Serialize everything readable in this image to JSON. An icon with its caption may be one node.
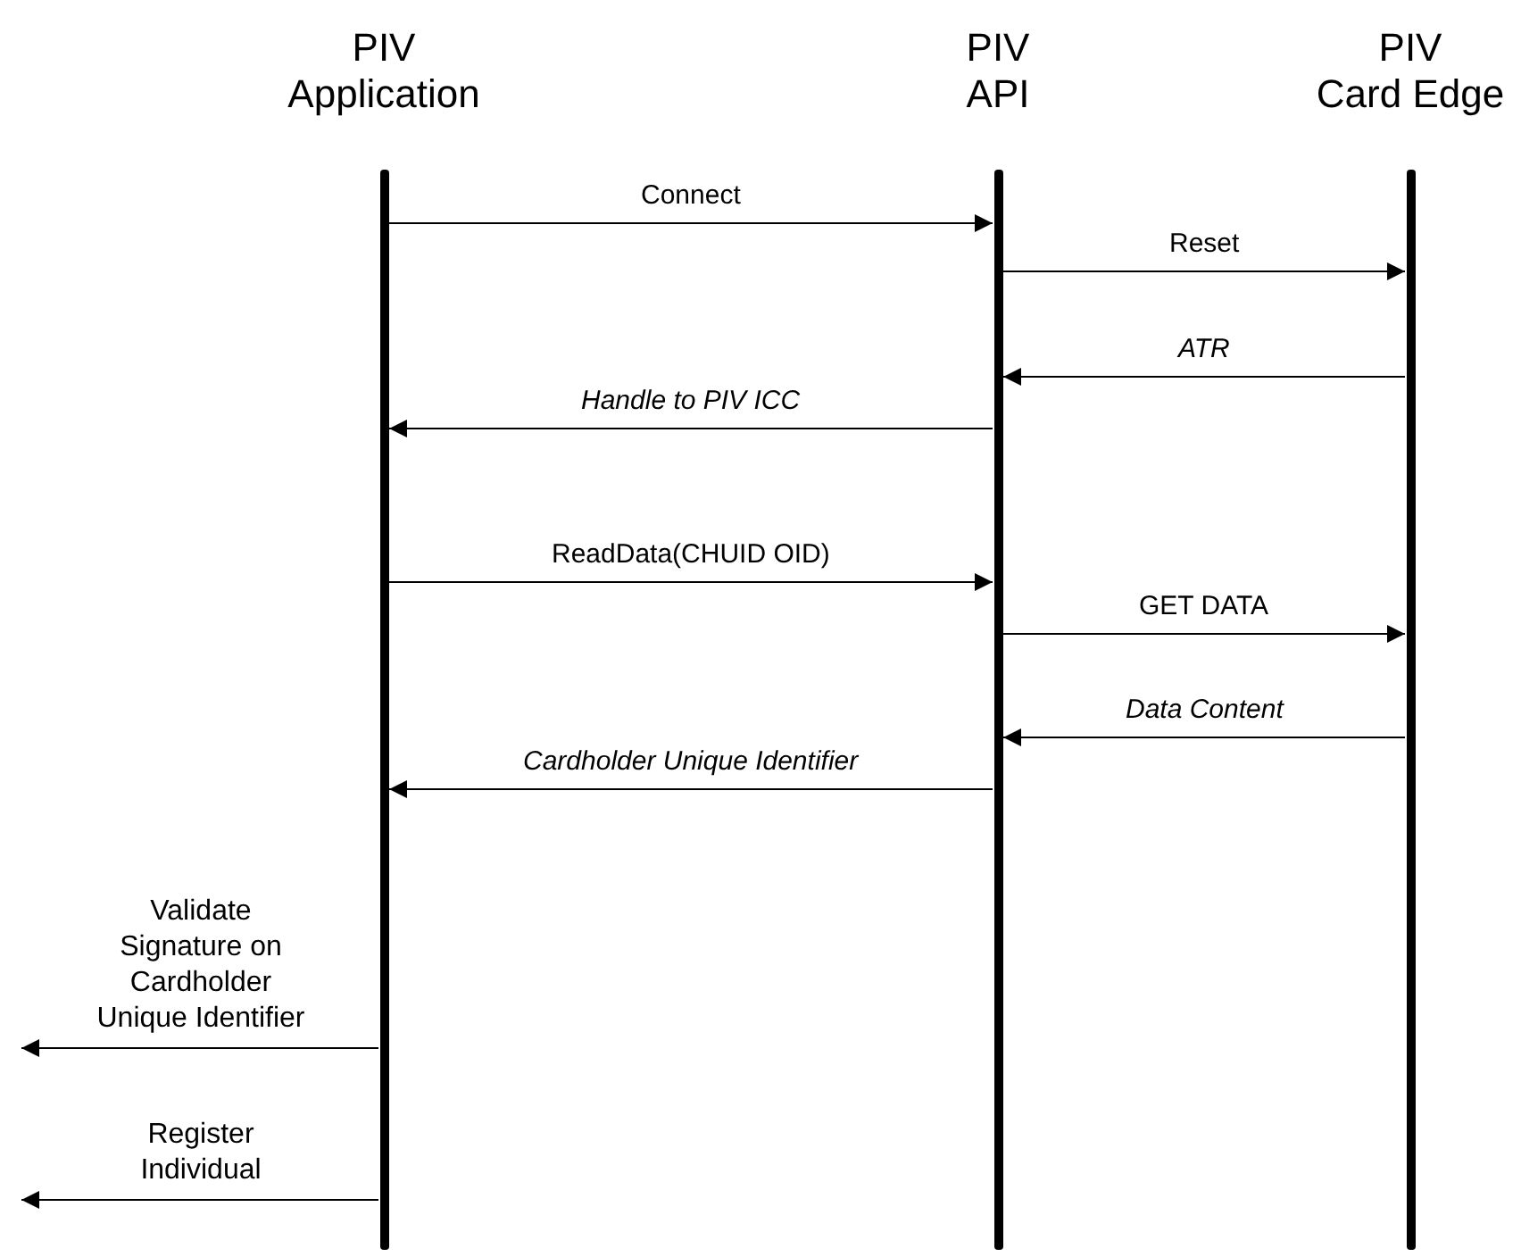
{
  "diagram": {
    "nodes": [
      {
        "text": [
          "PIV",
          "Application"
        ]
      },
      {
        "text": [
          "PIV",
          "API"
        ]
      },
      {
        "text": [
          "PIV",
          "Card Edge"
        ]
      }
    ],
    "edges": [
      {
        "from": 0,
        "to": 1,
        "arrow": "to",
        "label": "Connect"
      },
      {
        "from": 1,
        "to": 2,
        "arrow": "to",
        "label": "Reset"
      },
      {
        "from": 2,
        "to": 1,
        "arrow": "to",
        "label": "ATR"
      },
      {
        "from": 1,
        "to": 0,
        "arrow": "to",
        "label": "Handle to PIV ICC"
      },
      {
        "from": 0,
        "to": 1,
        "arrow": "to",
        "label": "ReadData(CHUID OID)"
      },
      {
        "from": 1,
        "to": 2,
        "arrow": "to",
        "label": "GET DATA"
      },
      {
        "from": 2,
        "to": 1,
        "arrow": "to",
        "label": "Data Content"
      },
      {
        "from": 1,
        "to": 0,
        "arrow": "to",
        "label": "Cardholder Unique Identifier"
      },
      {
        "from": 0,
        "to": null,
        "arrow": "to",
        "label": "Validate Signature on Cardholder Unique Identifier"
      },
      {
        "from": 0,
        "to": null,
        "arrow": "to",
        "label": "Register Individual"
      }
    ]
  }
}
